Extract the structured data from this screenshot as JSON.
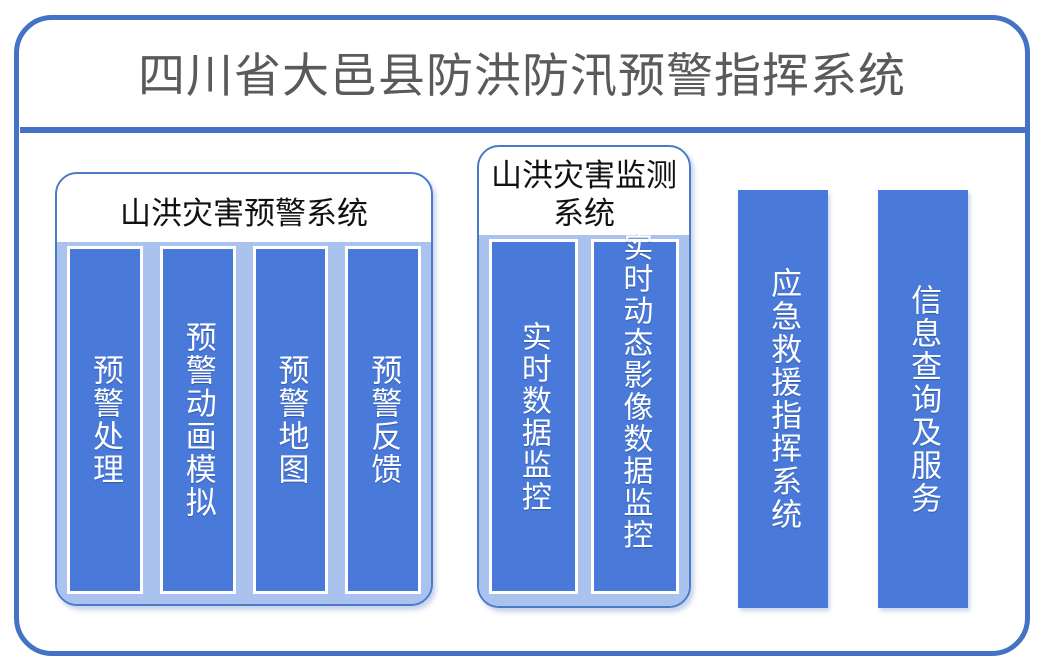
{
  "header": {
    "title": "四川省大邑县防洪防汛预警指挥系统",
    "title_color": "#5a5a5a",
    "rule_color": "#4472C4"
  },
  "theme": {
    "frame_border": "#4472C4",
    "panel_border": "#4A7AC8",
    "panel_body_fill": "#A9C2EE",
    "bar_fill": "#4A7AD9",
    "bar_border": "#FFFFFF",
    "bar_text": "#FFFFFF",
    "panel_title_text": "#111111"
  },
  "panels": [
    {
      "id": "warning-system",
      "title": "山洪灾害预警系统",
      "bars": [
        {
          "label": "预警处理"
        },
        {
          "label": "预警动画模拟"
        },
        {
          "label": "预警地图"
        },
        {
          "label": "预警反馈"
        }
      ]
    },
    {
      "id": "monitor-system",
      "title": "山洪灾害监测系统",
      "bars": [
        {
          "label": "实时数据监控"
        },
        {
          "label": "实时动态影像数据监控"
        }
      ]
    }
  ],
  "solo_bars": [
    {
      "id": "emergency-command",
      "label": "应急救援指挥系统"
    },
    {
      "id": "info-service",
      "label": "信息查询及服务"
    }
  ]
}
